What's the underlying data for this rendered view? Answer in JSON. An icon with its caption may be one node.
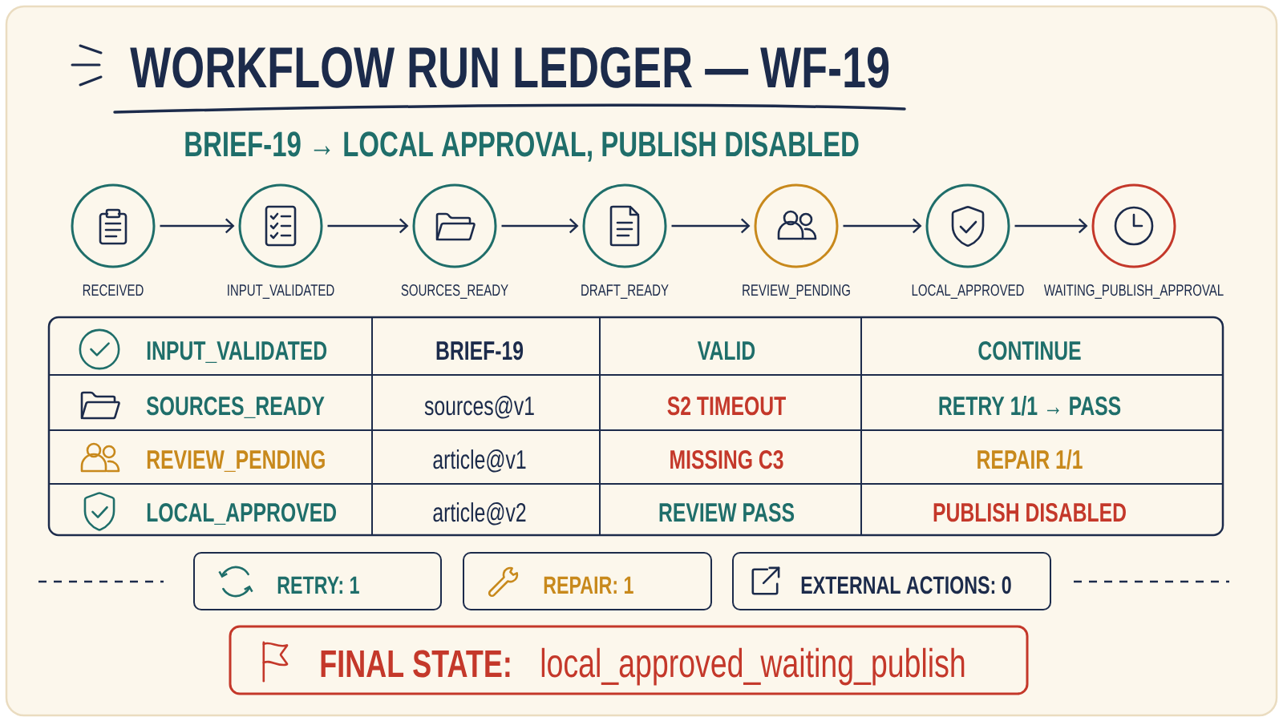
{
  "diagram": {
    "title": "WORKFLOW RUN LEDGER — WF-19",
    "nodes": [
      {
        "text": [
          "RECEIVED"
        ]
      },
      {
        "text": [
          "INPUT_VALIDATED"
        ]
      },
      {
        "text": [
          "SOURCES_READY"
        ]
      },
      {
        "text": [
          "DRAFT_READY"
        ]
      },
      {
        "text": [
          "REVIEW_PENDING"
        ]
      },
      {
        "text": [
          "LOCAL_APPROVED"
        ]
      },
      {
        "text": [
          "WAITING_PUBLISH_APPROVAL"
        ]
      },
      {
        "text": [
          "RETRY: 1"
        ]
      },
      {
        "text": [
          "REPAIR: 1"
        ]
      },
      {
        "text": [
          "EXTERNAL ACTIONS: 0"
        ]
      },
      {
        "text": [
          "FINAL STATE:",
          "local_approved_waiting_publish"
        ]
      }
    ],
    "edges": [
      {
        "from": 0,
        "to": 1,
        "arrow": "to"
      },
      {
        "from": 1,
        "to": 2,
        "arrow": "to"
      },
      {
        "from": 2,
        "to": 3,
        "arrow": "to"
      },
      {
        "from": 3,
        "to": 4,
        "arrow": "to"
      },
      {
        "from": 4,
        "to": 5,
        "arrow": "to"
      },
      {
        "from": 5,
        "to": 6,
        "arrow": "to"
      }
    ],
    "labels": [
      "BRIEF-19 → LOCAL APPROVAL, PUBLISH DISABLED",
      "INPUT_VALIDATED",
      "BRIEF-19",
      "VALID",
      "CONTINUE",
      "SOURCES_READY",
      "sources@v1",
      "S2 TIMEOUT",
      "RETRY 1/1 → PASS",
      "REVIEW_PENDING",
      "article@v1",
      "MISSING C3",
      "REPAIR 1/1",
      "LOCAL_APPROVED",
      "article@v2",
      "REVIEW PASS",
      "PUBLISH DISABLED"
    ]
  }
}
